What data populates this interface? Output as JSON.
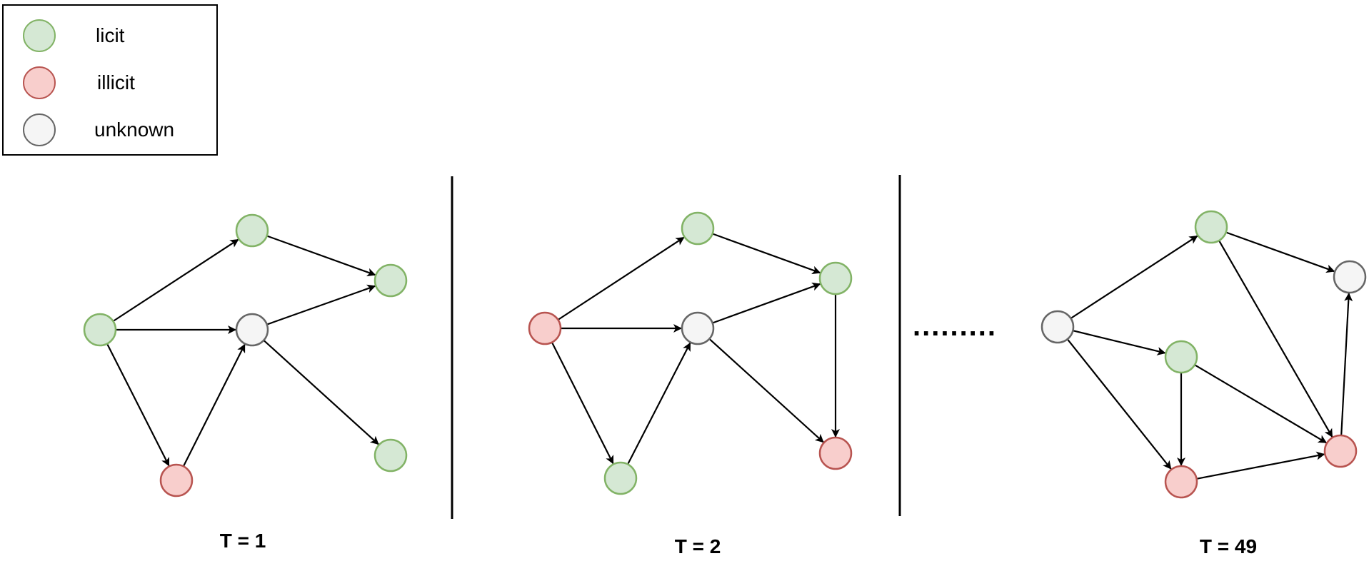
{
  "legend": {
    "items": [
      {
        "key": "licit",
        "label": "licit"
      },
      {
        "key": "illicit",
        "label": "illicit"
      },
      {
        "key": "unknown",
        "label": "unknown"
      }
    ]
  },
  "colors": {
    "licit": {
      "fill": "#d5e8d4",
      "stroke": "#82b366"
    },
    "illicit": {
      "fill": "#f8cecc",
      "stroke": "#b85450"
    },
    "unknown": {
      "fill": "#f5f5f5",
      "stroke": "#666666"
    },
    "edge": "#000000"
  },
  "panels": [
    {
      "caption": "T = 1",
      "nodes": [
        {
          "id": "a",
          "type": "licit"
        },
        {
          "id": "b",
          "type": "licit"
        },
        {
          "id": "c",
          "type": "unknown"
        },
        {
          "id": "d",
          "type": "licit"
        },
        {
          "id": "e",
          "type": "illicit"
        },
        {
          "id": "f",
          "type": "licit"
        }
      ],
      "edges": [
        [
          "a",
          "b"
        ],
        [
          "a",
          "c"
        ],
        [
          "a",
          "e"
        ],
        [
          "b",
          "d"
        ],
        [
          "c",
          "d"
        ],
        [
          "c",
          "f"
        ],
        [
          "e",
          "c"
        ]
      ]
    },
    {
      "caption": "T = 2",
      "nodes": [
        {
          "id": "a",
          "type": "illicit"
        },
        {
          "id": "b",
          "type": "licit"
        },
        {
          "id": "c",
          "type": "unknown"
        },
        {
          "id": "d",
          "type": "licit"
        },
        {
          "id": "e",
          "type": "licit"
        },
        {
          "id": "f",
          "type": "illicit"
        }
      ],
      "edges": [
        [
          "a",
          "b"
        ],
        [
          "a",
          "c"
        ],
        [
          "a",
          "e"
        ],
        [
          "b",
          "d"
        ],
        [
          "c",
          "d"
        ],
        [
          "c",
          "f"
        ],
        [
          "e",
          "c"
        ],
        [
          "d",
          "f"
        ]
      ]
    },
    {
      "caption": "T = 49",
      "nodes": [
        {
          "id": "a",
          "type": "unknown"
        },
        {
          "id": "b",
          "type": "licit"
        },
        {
          "id": "c",
          "type": "unknown"
        },
        {
          "id": "d",
          "type": "licit"
        },
        {
          "id": "e",
          "type": "illicit"
        },
        {
          "id": "f",
          "type": "illicit"
        }
      ],
      "edges": [
        [
          "a",
          "b"
        ],
        [
          "a",
          "d"
        ],
        [
          "a",
          "e"
        ],
        [
          "b",
          "c"
        ],
        [
          "b",
          "f"
        ],
        [
          "d",
          "e"
        ],
        [
          "d",
          "f"
        ],
        [
          "e",
          "f"
        ],
        [
          "f",
          "c"
        ]
      ]
    }
  ],
  "ellipsis": "........."
}
